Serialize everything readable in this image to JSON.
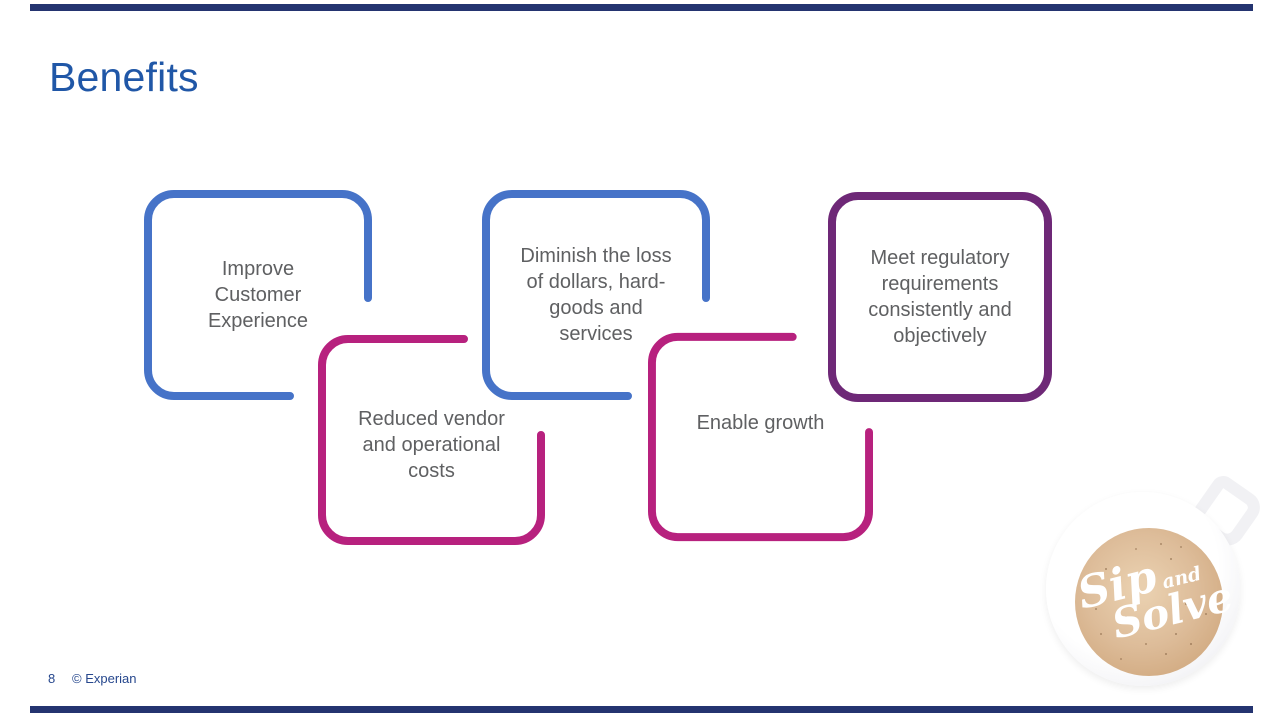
{
  "slide": {
    "title": "Benefits",
    "footer": {
      "page_number": "8",
      "copyright": "© Experian"
    }
  },
  "benefit_boxes": [
    {
      "label": "Improve\nCustomer\nExperience",
      "border_color": "#4673C8",
      "border_style": "open-bottom-right"
    },
    {
      "label": "Diminish the loss\nof dollars, hard-\ngoods and\nservices",
      "border_color": "#4673C8",
      "border_style": "open-bottom-right"
    },
    {
      "label": "Meet regulatory\nrequirements\nconsistently and\nobjectively",
      "border_color": "#6E2877",
      "border_style": "closed"
    },
    {
      "label": "Reduced vendor\nand operational\ncosts",
      "border_color": "#B7217E",
      "border_style": "open-top-right"
    },
    {
      "label": "Enable growth",
      "border_color": "#B7217E",
      "border_style": "open-top-right"
    }
  ],
  "sip_and_solve_logo": {
    "word1": "Sip",
    "word2": "and",
    "word3": "Solve"
  },
  "colors": {
    "title_text": "#2057A7",
    "footer_text": "#26478D",
    "box_text": "#5F6062",
    "blue_border": "#4673C8",
    "pink_border": "#B7217E",
    "purple_border": "#6E2877",
    "accent_bar": "#243470",
    "coffee_foam": "#DDBC99"
  }
}
